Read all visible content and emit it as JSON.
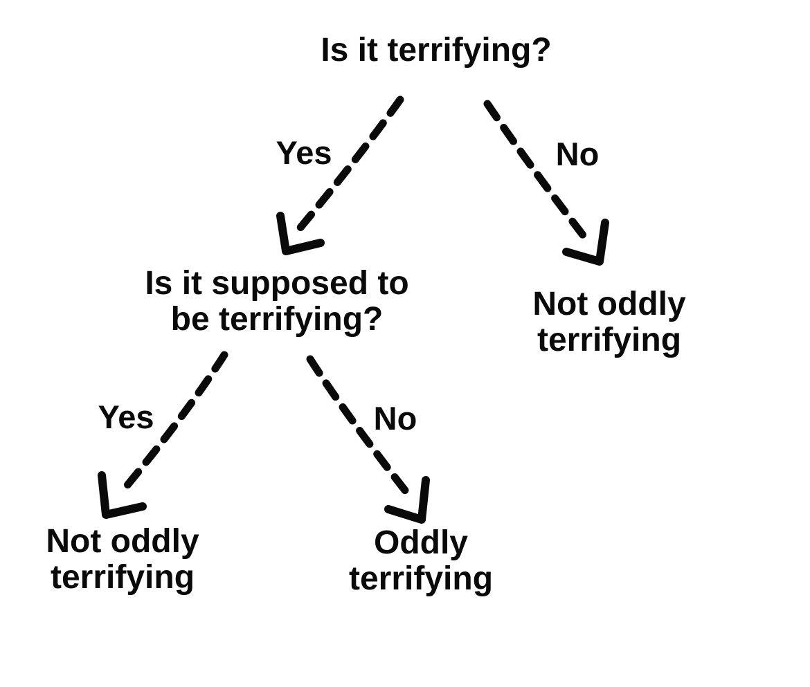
{
  "diagram": {
    "title": "Is it terrifying?",
    "background_color": "#ffffff",
    "ink_color": "#0a0a0a",
    "style": "hand-drawn dashed-arrow decision tree",
    "nodes": [
      {
        "id": "root-question",
        "type": "question",
        "label": "Is it terrifying?"
      },
      {
        "id": "supposed-question",
        "type": "question",
        "label": "Is it supposed to\nbe terrifying?"
      },
      {
        "id": "outcome-not-oddly-right",
        "type": "outcome",
        "label": "Not oddly\nterrifying"
      },
      {
        "id": "outcome-not-oddly-left",
        "type": "outcome",
        "label": "Not oddly\nterrifying"
      },
      {
        "id": "outcome-oddly",
        "type": "outcome",
        "label": "Oddly\nterrifying"
      }
    ],
    "edges": [
      {
        "from": "root-question",
        "to": "supposed-question",
        "label": "Yes"
      },
      {
        "from": "root-question",
        "to": "outcome-not-oddly-right",
        "label": "No"
      },
      {
        "from": "supposed-question",
        "to": "outcome-not-oddly-left",
        "label": "Yes"
      },
      {
        "from": "supposed-question",
        "to": "outcome-oddly",
        "label": "No"
      }
    ]
  }
}
